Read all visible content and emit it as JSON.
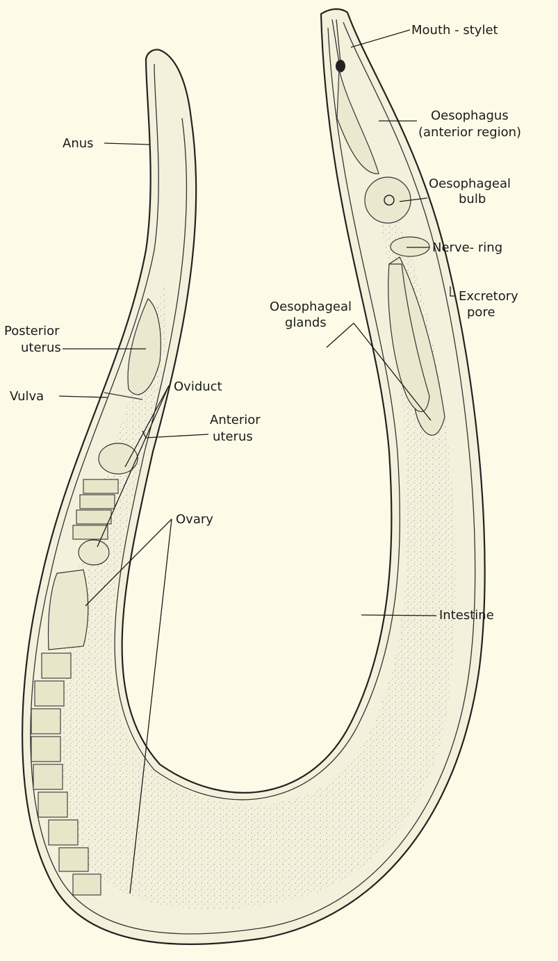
{
  "labels": {
    "mouth_stylet": "Mouth - stylet",
    "oesophagus_1": "Oesophagus",
    "oesophagus_2": "(anterior region)",
    "oesophageal_bulb_1": "Oesophageal",
    "oesophageal_bulb_2": "bulb",
    "nerve_ring": "Nerve- ring",
    "excretory_pore_1": "Excretory",
    "excretory_pore_2": "pore",
    "oesophageal_glands_1": "Oesophageal",
    "oesophageal_glands_2": "glands",
    "intestine": "Intestine",
    "anus": "Anus",
    "posterior_uterus_1": "Posterior",
    "posterior_uterus_2": "uterus",
    "vulva": "Vulva",
    "anterior_uterus_1": "Anterior",
    "anterior_uterus_2": "uterus",
    "oviduct": "Oviduct",
    "ovary": "Ovary"
  },
  "colors": {
    "background": "#fdfbe8",
    "ink": "#1a1a1a"
  }
}
